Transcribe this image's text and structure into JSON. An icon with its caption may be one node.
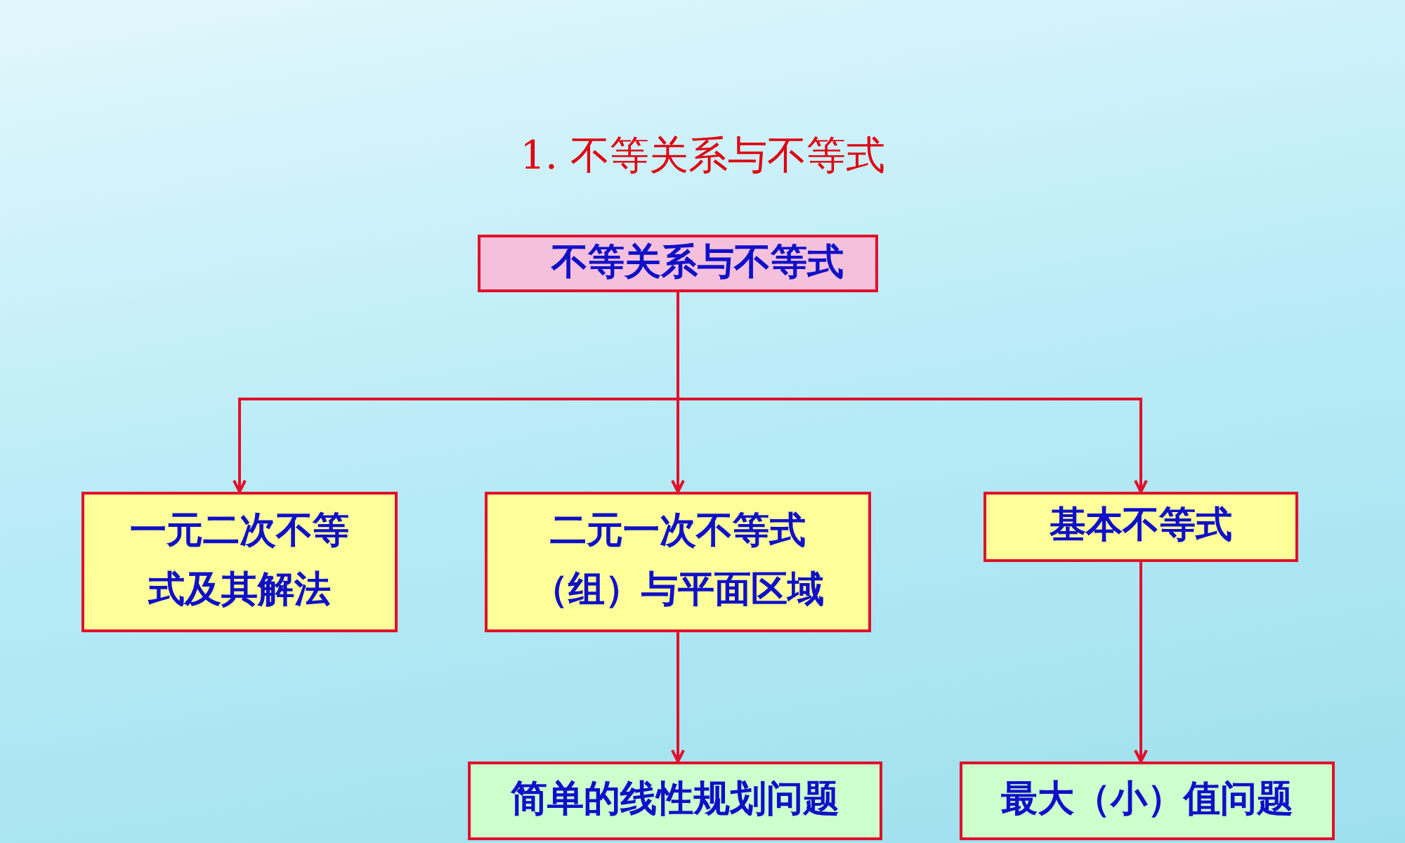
{
  "diagram": {
    "title": "1. 不等关系与不等式",
    "nodes": [
      {
        "text": [
          "不等关系与不等式"
        ]
      },
      {
        "text": [
          "一元二次不等式及其解法"
        ]
      },
      {
        "text": [
          "二元一次不等式（组）与平面区域"
        ]
      },
      {
        "text": [
          "基本不等式"
        ]
      },
      {
        "text": [
          "简单的线性规划问题"
        ]
      },
      {
        "text": [
          "最大（小）值问题"
        ]
      }
    ],
    "edges": [
      {
        "from": 0,
        "to": 1,
        "arrow": "to"
      },
      {
        "from": 0,
        "to": 2,
        "arrow": "to"
      },
      {
        "from": 0,
        "to": 3,
        "arrow": "to"
      },
      {
        "from": 2,
        "to": 4,
        "arrow": "to"
      },
      {
        "from": 3,
        "to": 5,
        "arrow": "to"
      }
    ]
  }
}
